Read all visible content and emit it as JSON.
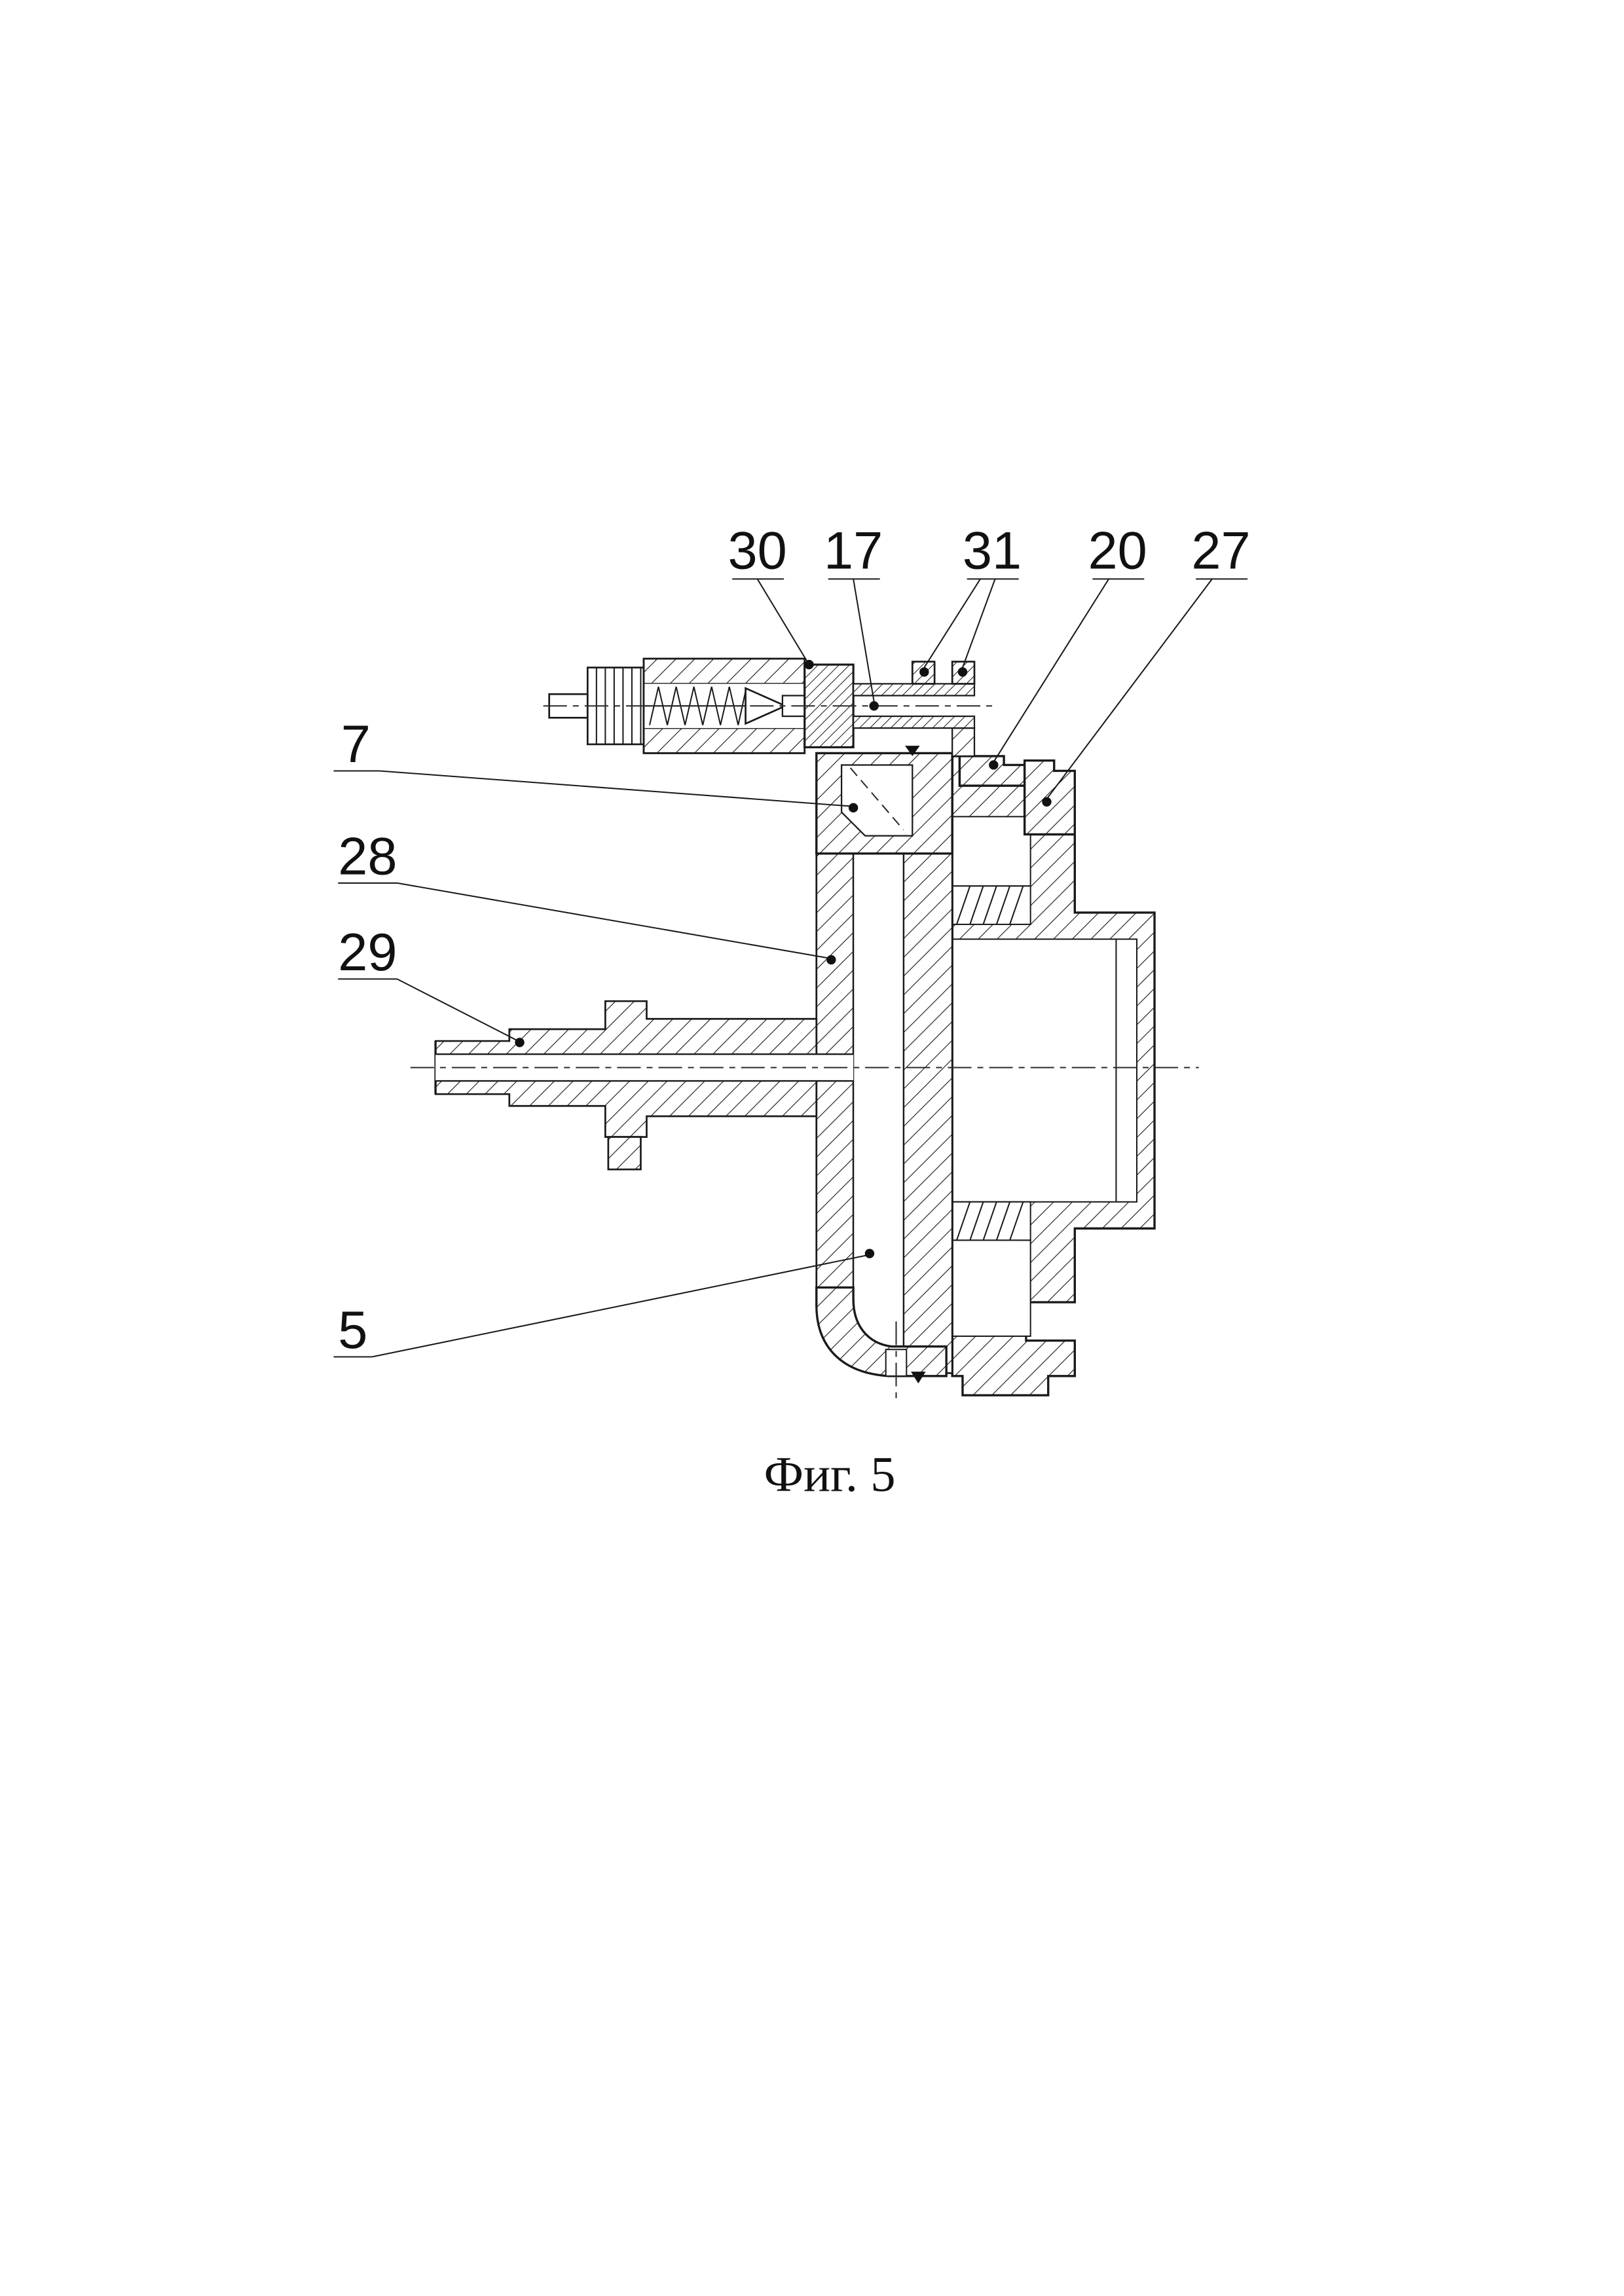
{
  "figure": {
    "caption": "Фиг. 5",
    "callouts": [
      {
        "label": "30"
      },
      {
        "label": "17"
      },
      {
        "label": "31"
      },
      {
        "label": "20"
      },
      {
        "label": "27"
      },
      {
        "label": "7"
      },
      {
        "label": "28"
      },
      {
        "label": "29"
      },
      {
        "label": "5"
      }
    ]
  }
}
